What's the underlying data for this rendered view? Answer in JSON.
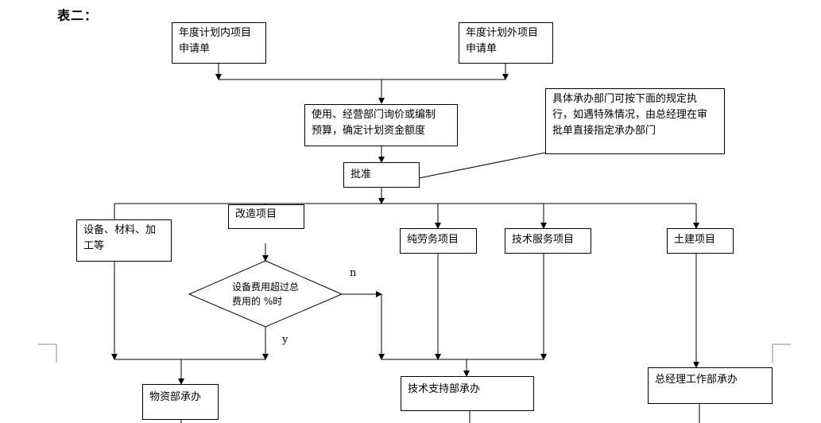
{
  "title": "表二：",
  "nodes": {
    "in_plan": "年度计划内项目\n申请单",
    "out_plan": "年度计划外项目\n申请单",
    "budget": "使用、经营部门询价或编制\n预算，确定计划资金额度",
    "note": "具体承办部门可按下面的规定执\n行，如遇特殊情况，由总经理在审\n批单直接指定承办部门",
    "approve": "批准",
    "renovation": "改造项目",
    "equipment": "设备、材料、加\n工等",
    "labor": "纯劳务项目",
    "tech_service": "技术服务项目",
    "civil": "土建项目",
    "decision": "设备费用超过总\n费用的     %时",
    "materials_dept": "物资部承办",
    "tech_support_dept": "技术支持部承办",
    "gm_office": "总经理工作部承办"
  },
  "edge_labels": {
    "no": "n",
    "yes": "y"
  }
}
